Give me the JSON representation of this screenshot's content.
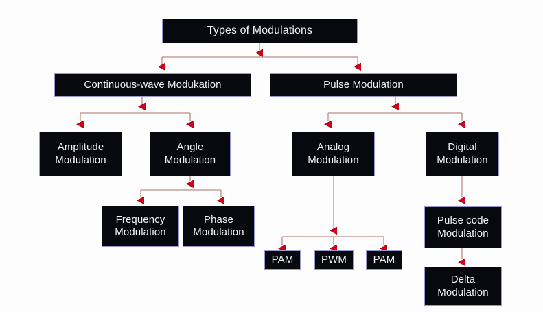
{
  "diagram": {
    "title": "Types of Modulations",
    "background_color": "#fdfdfd",
    "node_fill_color": "#08080f",
    "node_border_color": "#9b9ad0",
    "node_text_color": "#f2f2f4",
    "connector_line_color": "#c08c86",
    "arrowhead_color": "#d80019"
  },
  "nodes": {
    "root": {
      "line1": "Types of Modulations"
    },
    "continuous_wave": {
      "line1": "Continuous-wave Modukation"
    },
    "pulse": {
      "line1": "Pulse Modulation"
    },
    "amplitude": {
      "line1": "Amplitude",
      "line2": "Modulation"
    },
    "angle": {
      "line1": "Angle",
      "line2": "Modulation"
    },
    "analog": {
      "line1": "Analog",
      "line2": "Modulation"
    },
    "digital": {
      "line1": "Digital",
      "line2": "Modulation"
    },
    "frequency": {
      "line1": "Frequency",
      "line2": "Modulation"
    },
    "phase": {
      "line1": "Phase",
      "line2": "Modulation"
    },
    "pam1": {
      "line1": "PAM"
    },
    "pwm": {
      "line1": "PWM"
    },
    "pam2": {
      "line1": "PAM"
    },
    "pulse_code": {
      "line1": "Pulse code",
      "line2": "Modulation"
    },
    "delta": {
      "line1": "Delta",
      "line2": "Modulation"
    }
  },
  "hierarchy": {
    "label": "Types of Modulations",
    "children": [
      {
        "label": "Continuous-wave Modukation",
        "children": [
          {
            "label": "Amplitude Modulation",
            "children": []
          },
          {
            "label": "Angle Modulation",
            "children": [
              {
                "label": "Frequency Modulation",
                "children": []
              },
              {
                "label": "Phase Modulation",
                "children": []
              }
            ]
          }
        ]
      },
      {
        "label": "Pulse Modulation",
        "children": [
          {
            "label": "Analog Modulation",
            "children": [
              {
                "label": "PAM",
                "children": []
              },
              {
                "label": "PWM",
                "children": []
              },
              {
                "label": "PAM",
                "children": []
              }
            ]
          },
          {
            "label": "Digital Modulation",
            "children": [
              {
                "label": "Pulse code Modulation",
                "children": [
                  {
                    "label": "Delta Modulation",
                    "children": []
                  }
                ]
              }
            ]
          }
        ]
      }
    ]
  }
}
